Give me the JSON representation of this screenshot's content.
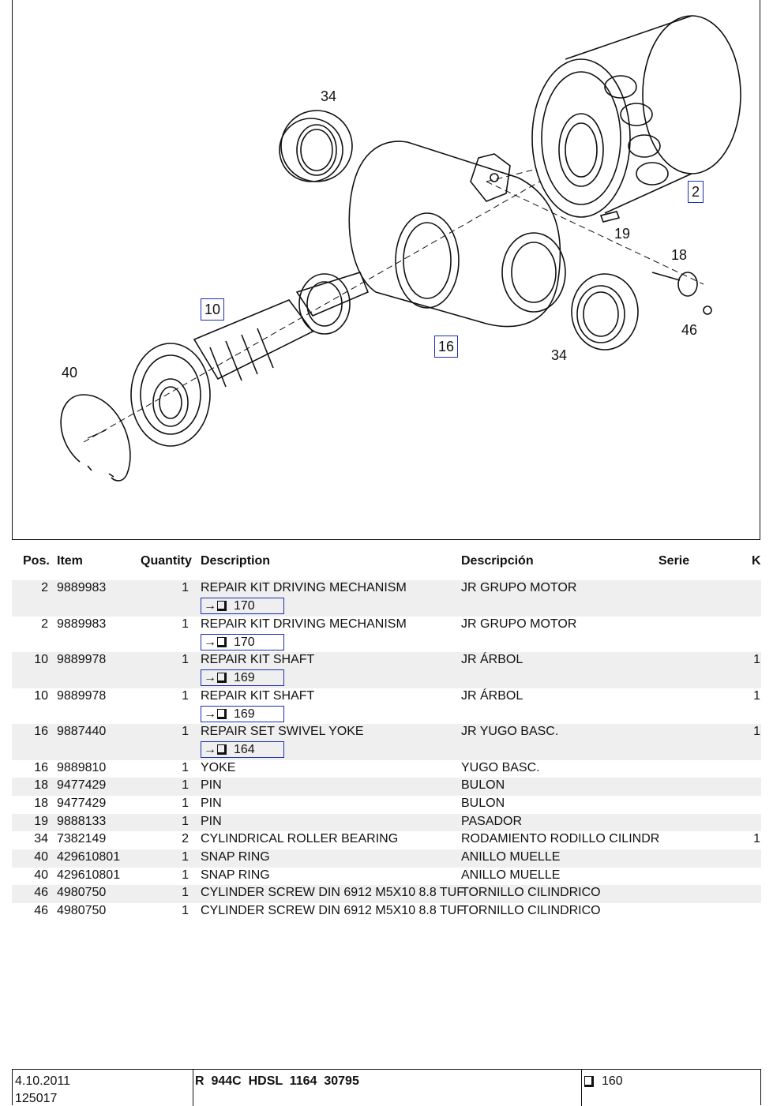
{
  "diagram": {
    "callouts": [
      {
        "id": "c34a",
        "label": "34",
        "boxed": false
      },
      {
        "id": "c2",
        "label": "2",
        "boxed": true
      },
      {
        "id": "c19",
        "label": "19",
        "boxed": false
      },
      {
        "id": "c18",
        "label": "18",
        "boxed": false
      },
      {
        "id": "c46",
        "label": "46",
        "boxed": false
      },
      {
        "id": "c10",
        "label": "10",
        "boxed": true
      },
      {
        "id": "c16",
        "label": "16",
        "boxed": true
      },
      {
        "id": "c34b",
        "label": "34",
        "boxed": false
      },
      {
        "id": "c40",
        "label": "40",
        "boxed": false
      }
    ]
  },
  "table": {
    "headers": {
      "pos": "Pos.",
      "item": "Item",
      "qty": "Quantity",
      "desc": "Description",
      "desc_es": "Descripción",
      "serie": "Serie",
      "k": "K"
    },
    "rows": [
      {
        "pos": "2",
        "item": "9889983",
        "qty": "1",
        "desc": "REPAIR KIT DRIVING MECHANISM",
        "desc_es": "JR GRUPO MOTOR",
        "k": "",
        "ref": "170"
      },
      {
        "pos": "2",
        "item": "9889983",
        "qty": "1",
        "desc": "REPAIR KIT DRIVING MECHANISM",
        "desc_es": "JR GRUPO MOTOR",
        "k": "",
        "ref": "170"
      },
      {
        "pos": "10",
        "item": "9889978",
        "qty": "1",
        "desc": "REPAIR KIT SHAFT",
        "desc_es": "JR ÁRBOL",
        "k": "1",
        "ref": "169"
      },
      {
        "pos": "10",
        "item": "9889978",
        "qty": "1",
        "desc": "REPAIR KIT SHAFT",
        "desc_es": "JR ÁRBOL",
        "k": "1",
        "ref": "169"
      },
      {
        "pos": "16",
        "item": "9887440",
        "qty": "1",
        "desc": "REPAIR SET SWIVEL YOKE",
        "desc_es": "JR YUGO BASC.",
        "k": "1",
        "ref": "164"
      },
      {
        "pos": "16",
        "item": "9889810",
        "qty": "1",
        "desc": "YOKE",
        "desc_es": "YUGO BASC.",
        "k": "",
        "ref": ""
      },
      {
        "pos": "18",
        "item": "9477429",
        "qty": "1",
        "desc": "PIN",
        "desc_es": "BULON",
        "k": "",
        "ref": ""
      },
      {
        "pos": "18",
        "item": "9477429",
        "qty": "1",
        "desc": "PIN",
        "desc_es": "BULON",
        "k": "",
        "ref": ""
      },
      {
        "pos": "19",
        "item": "9888133",
        "qty": "1",
        "desc": "PIN",
        "desc_es": "PASADOR",
        "k": "",
        "ref": ""
      },
      {
        "pos": "34",
        "item": "7382149",
        "qty": "2",
        "desc": "CYLINDRICAL ROLLER BEARING",
        "desc_es": "RODAMIENTO RODILLO CILINDR",
        "k": "1",
        "ref": ""
      },
      {
        "pos": "40",
        "item": "429610801",
        "qty": "1",
        "desc": "SNAP RING",
        "desc_es": "ANILLO MUELLE",
        "k": "",
        "ref": ""
      },
      {
        "pos": "40",
        "item": "429610801",
        "qty": "1",
        "desc": "SNAP RING",
        "desc_es": "ANILLO MUELLE",
        "k": "",
        "ref": ""
      },
      {
        "pos": "46",
        "item": "4980750",
        "qty": "1",
        "desc": "CYLINDER SCREW DIN 6912 M5X10 8.8 TUF",
        "desc_es": "TORNILLO CILINDRICO",
        "k": "",
        "ref": ""
      },
      {
        "pos": "46",
        "item": "4980750",
        "qty": "1",
        "desc": "CYLINDER SCREW DIN 6912 M5X10 8.8 TUF",
        "desc_es": "TORNILLO CILINDRICO",
        "k": "",
        "ref": ""
      }
    ]
  },
  "footer": {
    "date": "4.10.2011",
    "code": "125017",
    "model": "R  944C  HDSL  1164  30795",
    "page": "160"
  }
}
